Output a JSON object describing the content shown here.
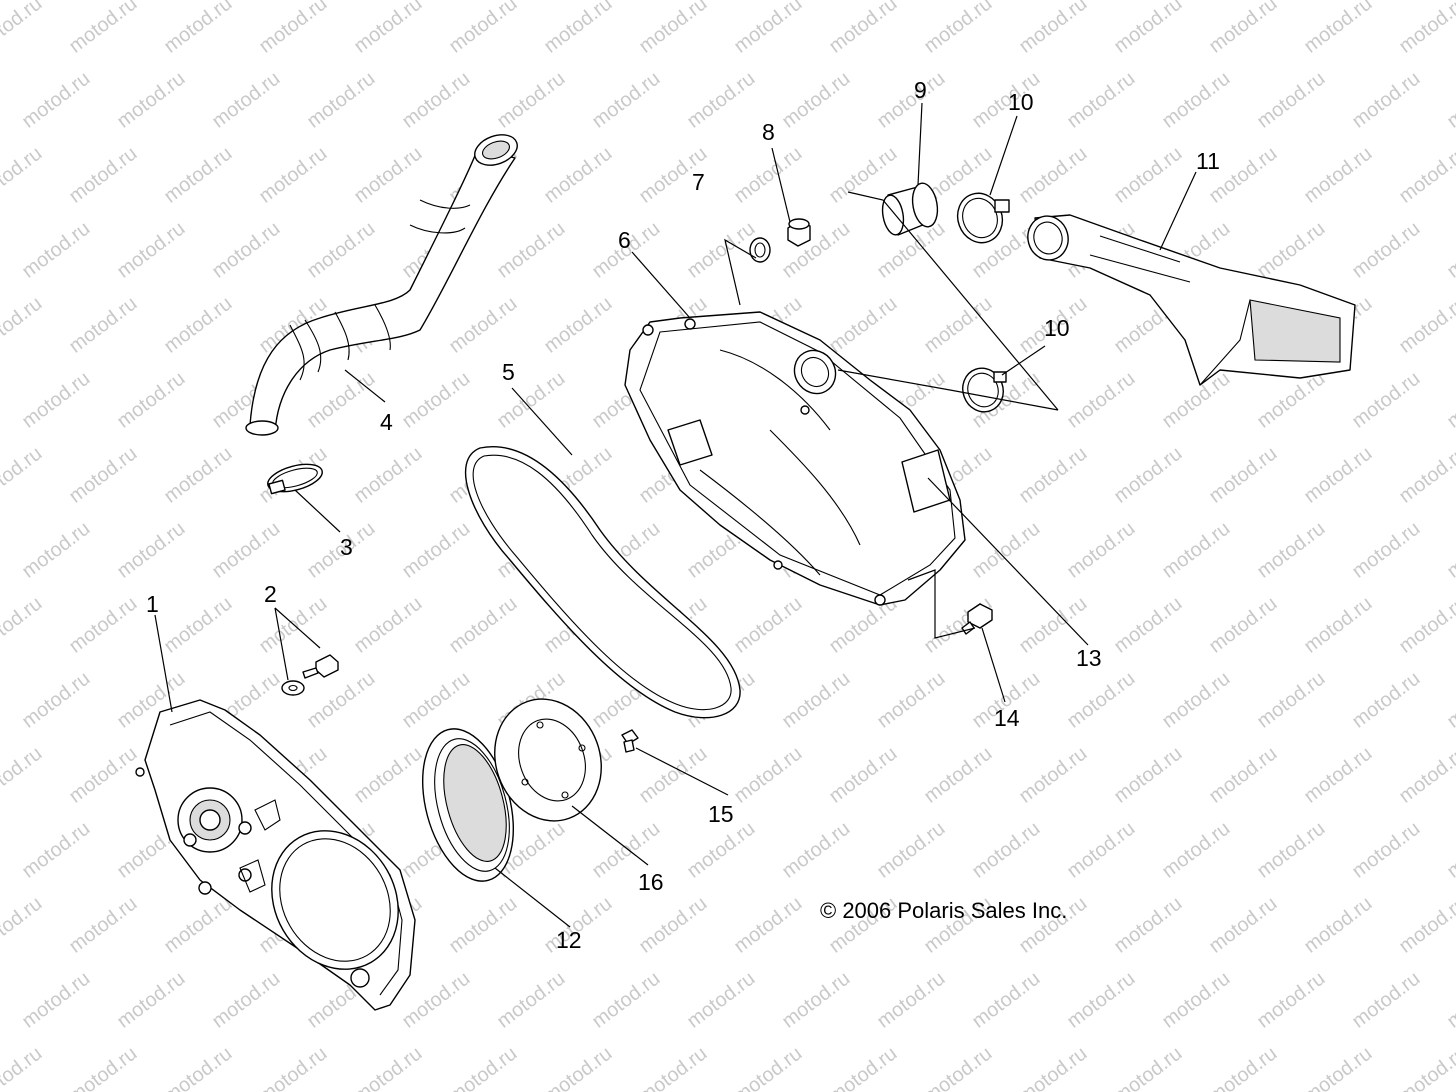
{
  "watermark": "motod.ru",
  "copyright": "© 2006 Polaris Sales Inc.",
  "callouts": {
    "c1": "1",
    "c2": "2",
    "c3": "3",
    "c4": "4",
    "c5": "5",
    "c6": "6",
    "c7": "7",
    "c8": "8",
    "c9": "9",
    "c10a": "10",
    "c10b": "10",
    "c11": "11",
    "c12": "12",
    "c13": "13",
    "c14": "14",
    "c15": "15",
    "c16": "16"
  }
}
